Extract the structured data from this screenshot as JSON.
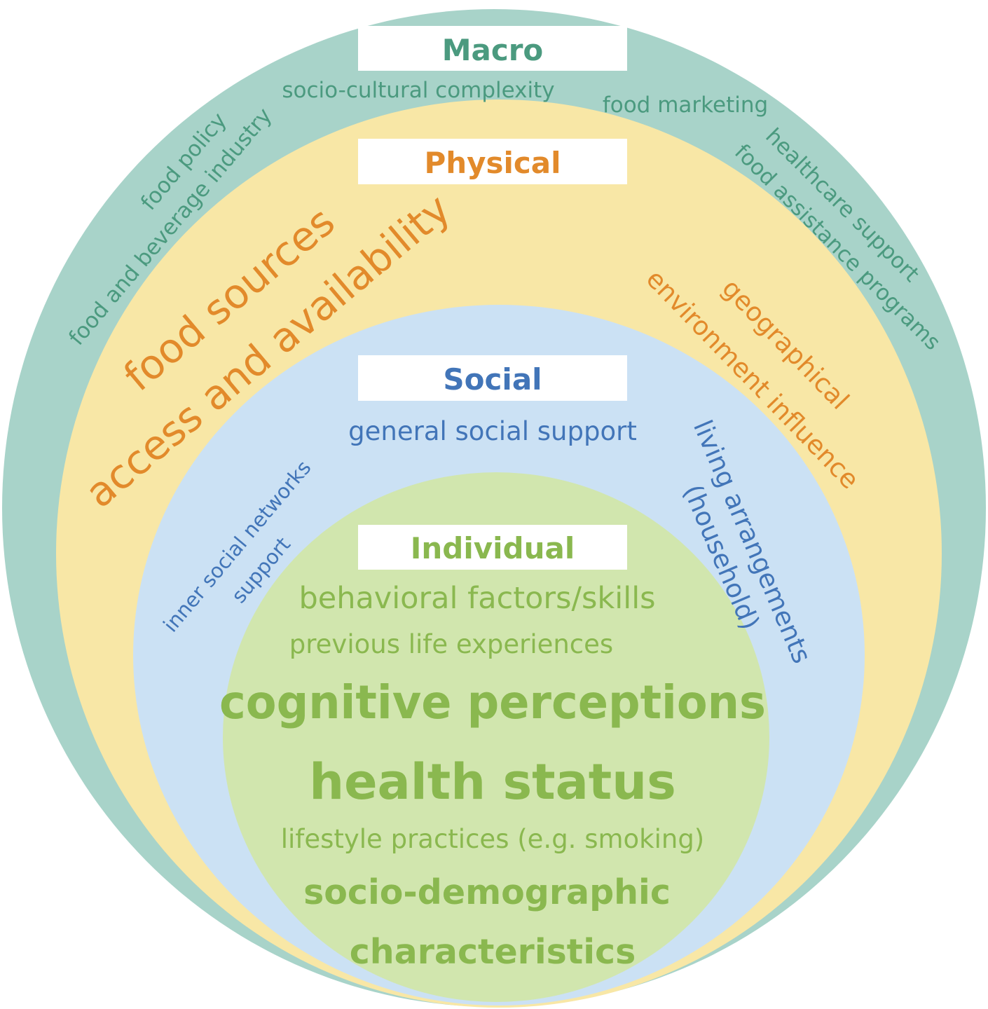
{
  "colors": {
    "macro_fill": "#a8d3c9",
    "physical_fill": "#f8e7a6",
    "social_fill": "#cbe1f4",
    "individual_fill": "#d1e6ae",
    "macro_text": "#4b9a7f",
    "physical_text": "#e28a2b",
    "social_text": "#4275b8",
    "individual_text": "#8ab84f",
    "label_box": "#ffffff"
  },
  "layers": {
    "macro": {
      "title": "Macro",
      "items": {
        "socio_cultural": "socio-cultural complexity",
        "food_marketing": "food marketing",
        "food_policy": "food policy",
        "food_beverage": "food and beverage industry",
        "healthcare": "healthcare support",
        "food_assistance": "food assistance programs"
      }
    },
    "physical": {
      "title": "Physical",
      "items": {
        "food_sources": "food sources",
        "access": "access and availability",
        "geographical": "geographical",
        "environment": "environment influence"
      }
    },
    "social": {
      "title": "Social",
      "items": {
        "general_support": "general social support",
        "inner_networks": "inner social networks",
        "support": "support",
        "living": "living arrangements",
        "household": "(household)"
      }
    },
    "individual": {
      "title": "Individual",
      "items": {
        "behavioral": "behavioral factors/skills",
        "previous": "previous life experiences",
        "cognitive": "cognitive perceptions",
        "health": "health status",
        "lifestyle": "lifestyle practices (e.g. smoking)",
        "socio_demo": "socio-demographic",
        "characteristics": "characteristics"
      }
    }
  }
}
